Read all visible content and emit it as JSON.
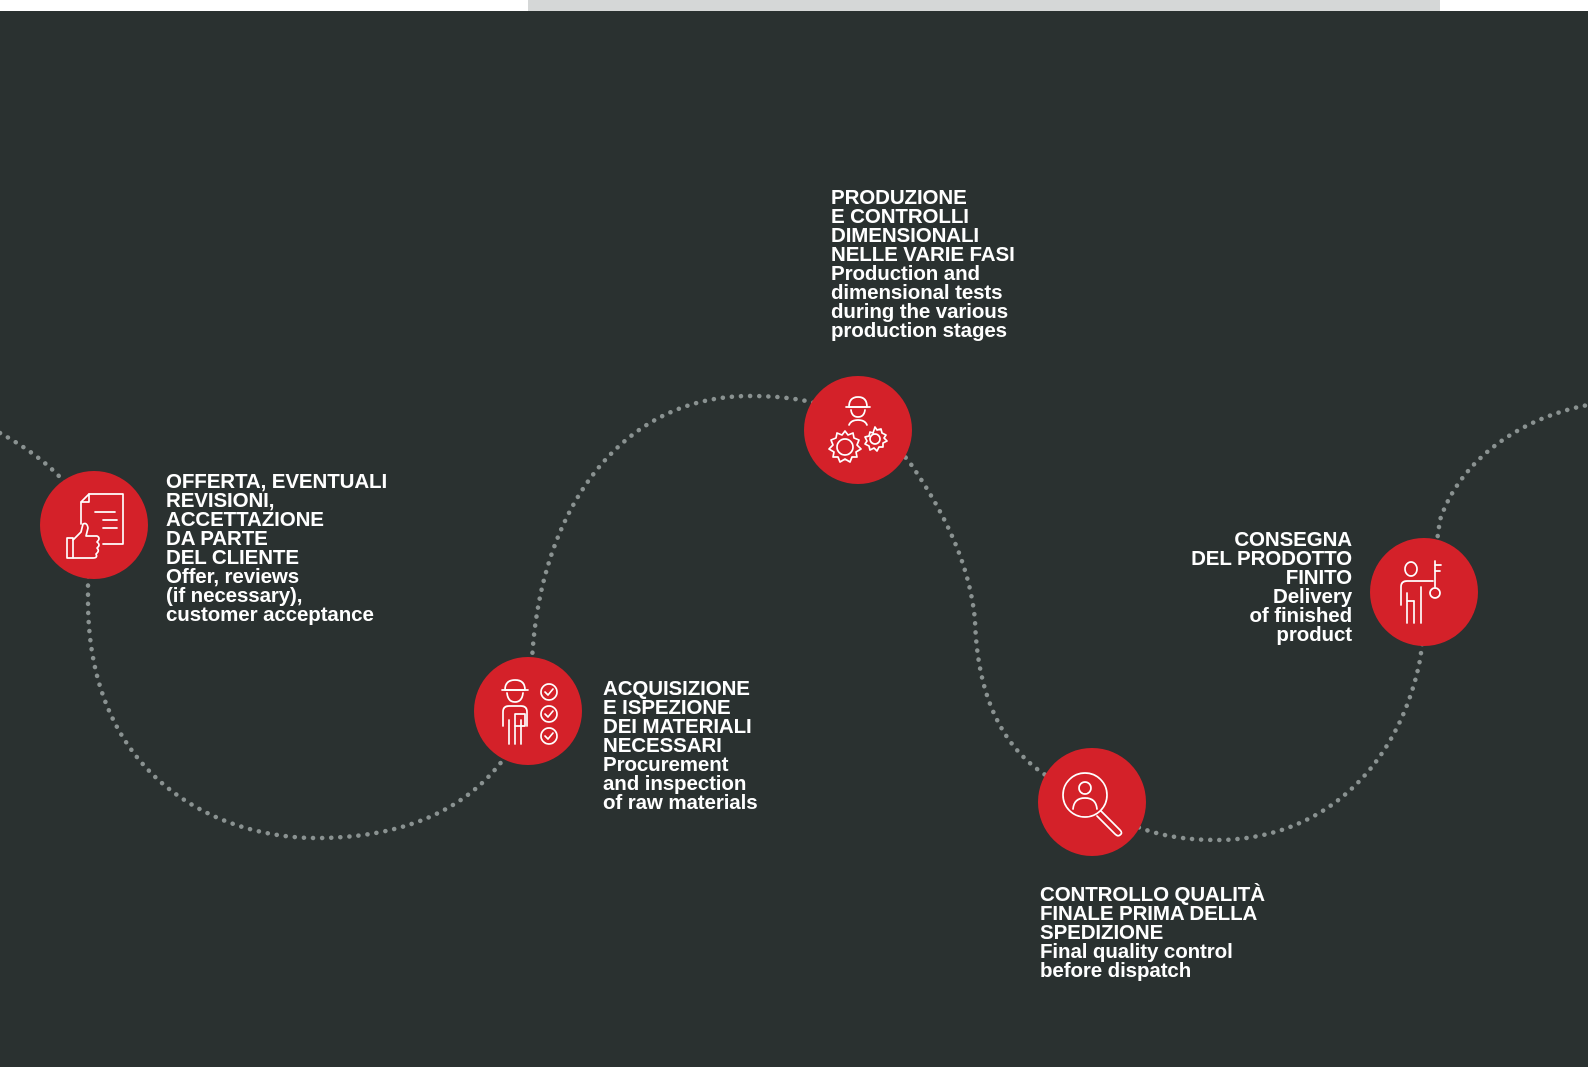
{
  "colors": {
    "background": "#2a3130",
    "accent": "#d42129",
    "path": "#8a9291",
    "text": "#ffffff"
  },
  "steps": [
    {
      "icon": "document-thumbs-up-icon",
      "title": "OFFERTA, EVENTUALI\nREVISIONI,\nACCETTAZIONE\nDA PARTE\nDEL CLIENTE",
      "subtitle": "Offer, reviews\n(if necessary),\ncustomer acceptance"
    },
    {
      "icon": "worker-checklist-icon",
      "title": "ACQUISIZIONE\nE ISPEZIONE\nDEI MATERIALI\nNECESSARI",
      "subtitle": "Procurement\nand inspection\nof raw materials"
    },
    {
      "icon": "worker-gears-icon",
      "title": "PRODUZIONE\nE CONTROLLI\nDIMENSIONALI\nNELLE VARIE FASI",
      "subtitle": "Production and\ndimensional tests\nduring the various\nproduction stages"
    },
    {
      "icon": "user-magnifier-icon",
      "title": "CONTROLLO QUALITÀ\nFINALE PRIMA DELLA\nSPEDIZIONE",
      "subtitle": "Final quality control\nbefore dispatch"
    },
    {
      "icon": "person-key-icon",
      "title": "CONSEGNA\nDEL PRODOTTO\nFINITO",
      "subtitle": "Delivery\nof finished\nproduct"
    }
  ]
}
